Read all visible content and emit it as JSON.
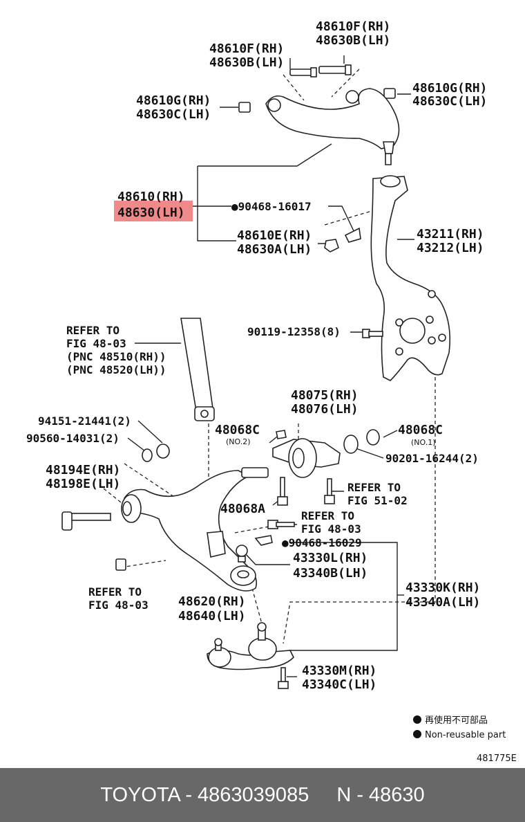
{
  "labels": {
    "upper_bolt_top": [
      "48610F(RH)",
      "48630B(LH)"
    ],
    "upper_bolt_left": [
      "48610F(RH)",
      "48630B(LH)"
    ],
    "upper_nut_left": [
      "48610G(RH)",
      "48630C(LH)"
    ],
    "upper_nut_right": [
      "48610G(RH)",
      "48630C(LH)"
    ],
    "upper_arm": [
      "48610(RH)",
      "48630(LH)"
    ],
    "clip_bolt": "●90468-16017",
    "bracket": [
      "48610E(RH)",
      "48630A(LH)"
    ],
    "knuckle": [
      "43211(RH)",
      "43212(LH)"
    ],
    "knuckle_bolt": "90119-12358(8)",
    "refer_shock": [
      "REFER TO",
      "FIG 48-03",
      "(PNC 48510(RH))",
      "(PNC 48520(LH))"
    ],
    "bolt_94151": "94151-21441(2)",
    "washer_90560": "90560-14031(2)",
    "bushing_bracket": [
      "48075(RH)",
      "48076(LH)"
    ],
    "washer_c_left": [
      "48068C",
      "(NO.2)"
    ],
    "washer_c_right": [
      "48068C",
      "(NO.1)"
    ],
    "washer_90201": "90201-16244(2)",
    "bushing_lower": [
      "48194E(RH)",
      "48198E(LH)"
    ],
    "refer_51": [
      "REFER TO",
      "FIG 51-02"
    ],
    "washer_a": "48068A",
    "refer_48_mid": [
      "REFER TO",
      "FIG 48-03"
    ],
    "clip_90468_b": "●90468-16029",
    "ball_joint_l": [
      "43330L(RH)",
      "43340B(LH)"
    ],
    "ball_joint_k": [
      "43330K(RH)",
      "43340A(LH)"
    ],
    "refer_48_left": [
      "REFER TO",
      "FIG 48-03"
    ],
    "lower_arm": [
      "48620(RH)",
      "48640(LH)"
    ],
    "ball_joint_m": [
      "43330M(RH)",
      "43340C(LH)"
    ]
  },
  "legend": {
    "jp": "再使用不可部品",
    "en": "Non-reusable part"
  },
  "figure_id": "481775E",
  "footer": {
    "brand_part": "TOYOTA - 4863039085",
    "pnc": "N - 48630"
  },
  "highlight_color": "#f08a8a"
}
